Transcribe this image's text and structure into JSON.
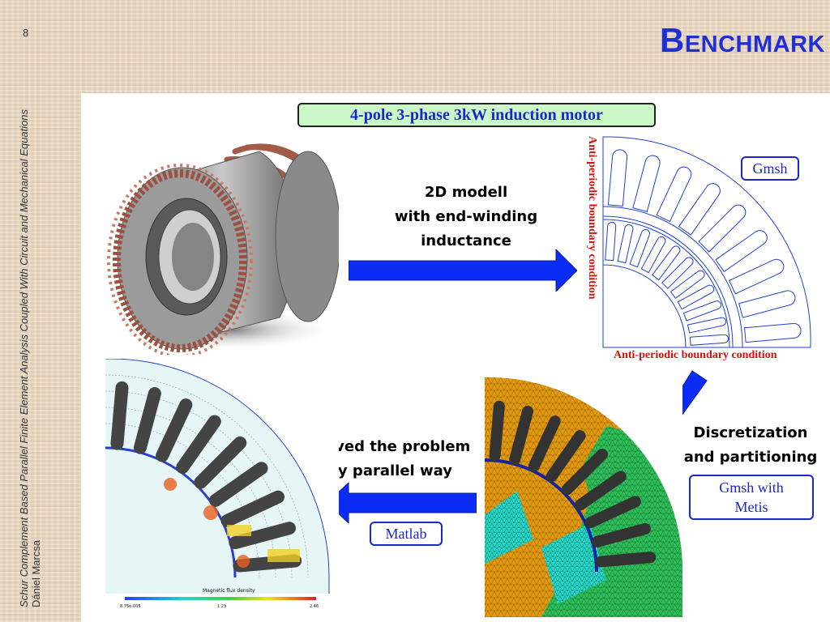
{
  "slide": {
    "number": "8",
    "title": "Benchmark",
    "subtitle": "4-pole 3-phase 3kW induction motor"
  },
  "sidebar": {
    "paper_title": "Schur Complement Based Parallel Finite Element Analysis Coupled With Circuit and Mechanical Equations",
    "author": "Dániel Marcsa"
  },
  "steps": {
    "model": {
      "line1": "2D modell",
      "line2": "with end-winding",
      "line3": "inductance"
    },
    "discretization": {
      "line1": "Discretization",
      "line2": "and partitioning"
    },
    "solved": {
      "line1": "Solved the problem",
      "line2": "by parallel way"
    }
  },
  "tools": {
    "gmsh": "Gmsh",
    "gmsh_metis_line1": "Gmsh with",
    "gmsh_metis_line2": "Metis",
    "matlab": "Matlab"
  },
  "boundary": {
    "side_label": "Anti-periodic boundary condition",
    "bottom_label": "Anti-periodic boundary condition"
  },
  "flux_plot": {
    "colorbar_title": "Magnetic flux density",
    "tick_min": "8.75e-005",
    "tick_mid": "1.23",
    "tick_max": "2.46"
  },
  "colors": {
    "title_blue": "#1f2fd6",
    "arrow_blue": "#0b2cf5",
    "subtitle_bg": "#ccf8c8",
    "boundary_red": "#d41010",
    "mesh_orange": "#e39a10",
    "mesh_green": "#2fbf5a"
  },
  "icons": [
    "arrow-right-icon",
    "arrow-down-left-icon",
    "arrow-left-icon"
  ]
}
